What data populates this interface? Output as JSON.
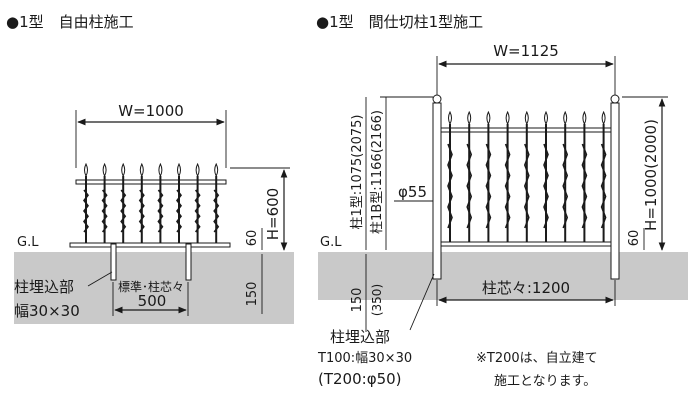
{
  "left": {
    "title": "●1型　自由柱施工",
    "width_label": "W=1000",
    "height_label": "H=600",
    "dim_60": "60",
    "dim_150": "150",
    "gl_label": "G.L",
    "embed_label": "柱埋込部",
    "embed_size": "幅30×30",
    "pitch_label": "標準･柱芯々",
    "pitch_value": "500"
  },
  "right": {
    "title": "●1型　間仕切柱1型施工",
    "width_label": "W=1125",
    "height_label": "H=1000(2000)",
    "post_label_1": "柱1型:1075(2075)",
    "post_label_1b": "柱1B型:1166(2166)",
    "phi_label": "φ55",
    "dim_60": "60",
    "gl_label": "G.L",
    "dim_150": "150",
    "dim_350": "(350)",
    "pitch_label": "柱芯々:1200",
    "embed_label": "柱埋込部",
    "embed_t100": "T100:幅30×30",
    "embed_t200": "(T200:φ50)"
  },
  "note": {
    "line1": "※T200は、自立建て",
    "line2": "施工となります。"
  }
}
